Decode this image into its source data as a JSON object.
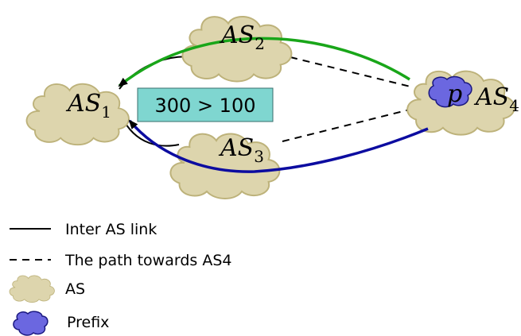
{
  "nodes": [
    {
      "id": "as1",
      "prefix": "AS",
      "sub": "1"
    },
    {
      "id": "as2",
      "prefix": "AS",
      "sub": "2"
    },
    {
      "id": "as3",
      "prefix": "AS",
      "sub": "3"
    },
    {
      "id": "as4",
      "prefix": "AS",
      "sub": "4"
    }
  ],
  "prefix_label": "p",
  "badge": {
    "text": "300 > 100",
    "color": "#7fd6d0"
  },
  "legend": [
    {
      "id": "inter-as-link",
      "label": "Inter AS link"
    },
    {
      "id": "path-towards-as4",
      "label": "The path towards AS4"
    },
    {
      "id": "as",
      "label": "AS"
    },
    {
      "id": "prefix",
      "label": "Prefix"
    }
  ],
  "colors": {
    "cloud_fill": "#ddd5ad",
    "cloud_stroke": "#bdb27a",
    "prefix_fill": "#6b67e0",
    "prefix_stroke": "#1a1880",
    "green_path": "#19a619",
    "blue_path": "#0c0ca0"
  }
}
